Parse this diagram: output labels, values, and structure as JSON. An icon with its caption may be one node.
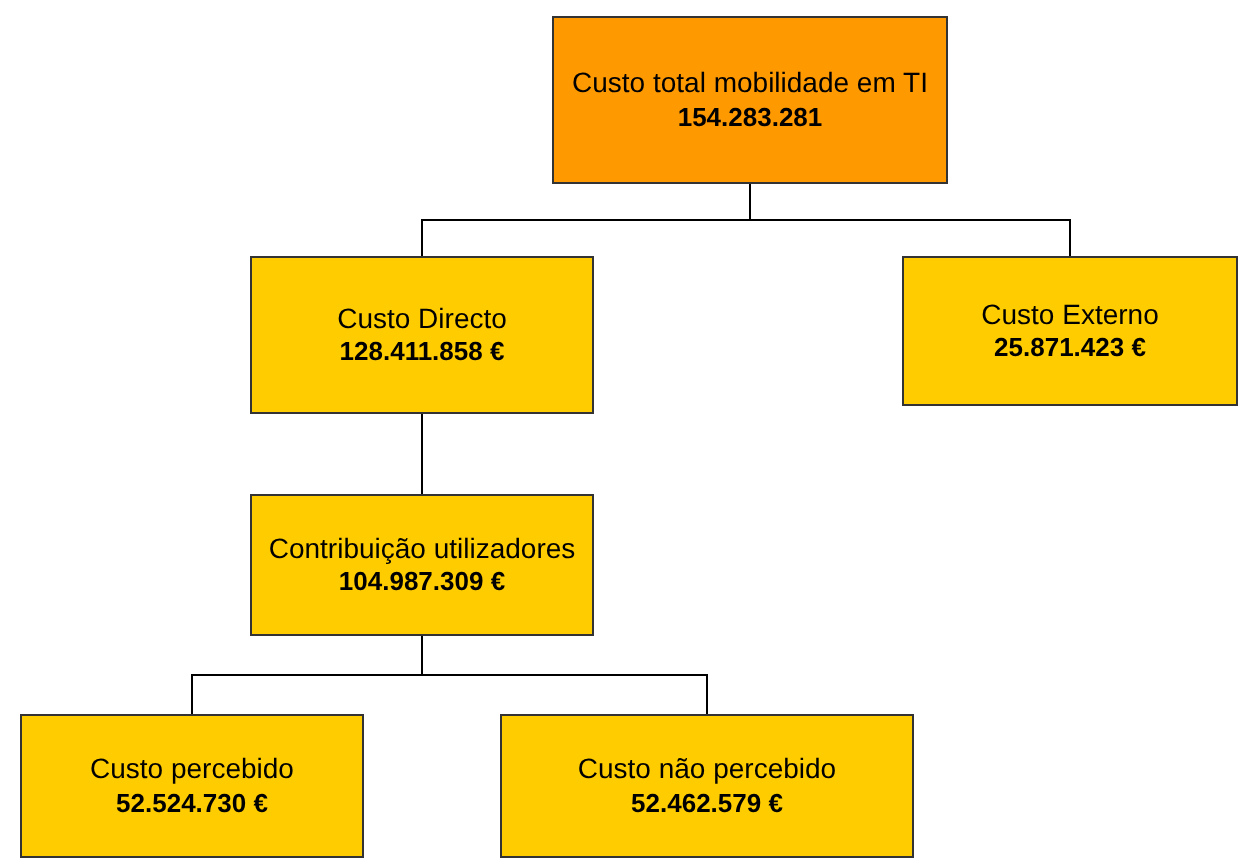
{
  "diagram": {
    "nodes": [
      {
        "text": [
          "Custo total mobilidade em TI",
          "154.283.281"
        ]
      },
      {
        "text": [
          "Custo Directo",
          "128.411.858 €"
        ]
      },
      {
        "text": [
          "Custo Externo",
          "25.871.423 €"
        ]
      },
      {
        "text": [
          "Contribuição utilizadores",
          "104.987.309 €"
        ]
      },
      {
        "text": [
          "Custo percebido",
          "52.524.730 €"
        ]
      },
      {
        "text": [
          "Custo não percebido",
          "52.462.579 €"
        ]
      }
    ],
    "edges": [
      {
        "from": 0,
        "to": 1,
        "arrow": "none"
      },
      {
        "from": 0,
        "to": 2,
        "arrow": "none"
      },
      {
        "from": 1,
        "to": 3,
        "arrow": "none"
      },
      {
        "from": 3,
        "to": 4,
        "arrow": "none"
      },
      {
        "from": 3,
        "to": 5,
        "arrow": "none"
      }
    ]
  }
}
